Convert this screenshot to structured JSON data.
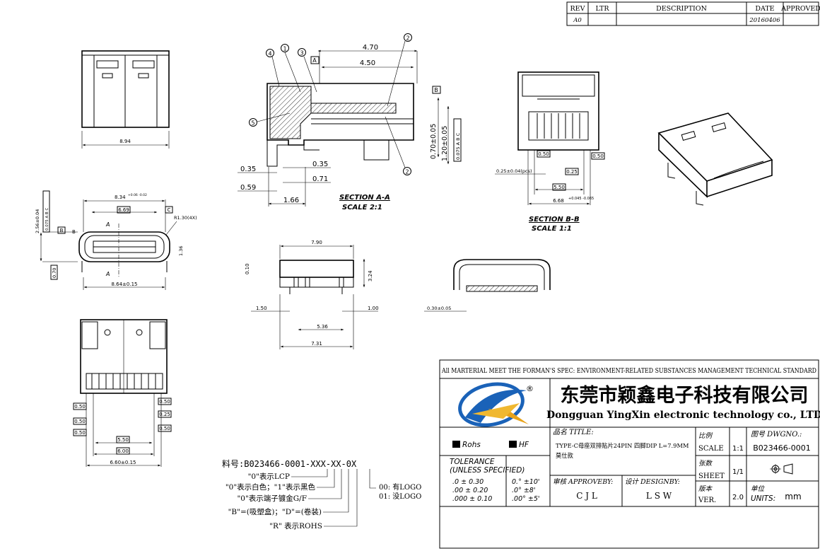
{
  "revision_table": {
    "headers": [
      "REV",
      "LTR",
      "DESCRIPTION",
      "DATE",
      "APPROVED"
    ],
    "rows": [
      [
        "A0",
        "",
        "",
        "20160406",
        ""
      ]
    ]
  },
  "section_a": {
    "title": "SECTION A-A",
    "scale": "SCALE 2:1",
    "dims": [
      "4.70",
      "4.50",
      "0.35",
      "0.35",
      "0.59",
      "0.71",
      "1.66",
      "0.70±0.05",
      "1.20±0.05",
      "0.075 A B C"
    ],
    "balloons": [
      "1",
      "2",
      "3",
      "4",
      "5",
      "2"
    ],
    "datum_a": "A",
    "datum_b": "B"
  },
  "section_b": {
    "title": "SECTION B-B",
    "scale": "SCALE 1:1",
    "dims": [
      "0.50",
      "0.50",
      "0.25±0.04(pcs)",
      "0.25",
      "5.50",
      "6.68"
    ],
    "dim_tol": "+0.045 -0.065"
  },
  "top_view": {
    "dims": [
      "8.94"
    ]
  },
  "front_view": {
    "dims": [
      "8.34",
      "6.69",
      "R1.30(4X)",
      "8.64±0.15",
      "2.56±0.04",
      "0.70",
      "1.36",
      "0.075 A B C"
    ],
    "dim_tol": "+0.06 -0.02",
    "labels": [
      "A",
      "A",
      "B",
      "B",
      "C"
    ]
  },
  "side_view": {
    "dims": [
      "7.90",
      "0.10",
      "3.24",
      "1.50",
      "1.00",
      "5.36",
      "7.31"
    ]
  },
  "end_view": {
    "dims": [
      "0.30±0.05"
    ]
  },
  "pcb_layout": {
    "dims": [
      "0.50",
      "0.50",
      "0.50",
      "0.50",
      "0.25",
      "0.50",
      "5.50",
      "6.00",
      "6.60±0.15"
    ]
  },
  "part_number": {
    "label": "料号:B023466-0001-XXX-XX-0X",
    "lines": [
      "\"0\"表示LCP",
      "\"0\"表示白色；\"1\"表示黑色",
      "\"0\"表示端子镀金G/F",
      "\"B\"=(吸塑盒)；\"D\"=(卷装)",
      "\"R\" 表示ROHS"
    ],
    "logo_note": [
      "00: 有LOGO",
      "01: 没LOGO"
    ]
  },
  "title_block": {
    "standard": "All MARTERIAL MEET THE FORMAN'S SPEC: ENVIRONMENT-RELATED SUBSTANCES MANAGEMENT TECHNICAL STANDARD",
    "company_cn": "东莞市颖鑫电子科技有限公司",
    "company_en": "Dongguan YingXin electronic technology co., LTD",
    "rohs": "Rohs",
    "hf": "HF",
    "tolerance_title": "TOLERANCE",
    "tolerance_sub": "(UNLESS SPECIFIED)",
    "tol_linear": [
      ".0 ± 0.30",
      ".00 ± 0.20",
      ".000 ± 0.10"
    ],
    "tol_angle": [
      "0.° ±10'",
      ".0° ±8'",
      ".00° ±5'"
    ],
    "title_label": "品名 TITLE:",
    "title_value_1": "TYPE-C母座双排贴片24PIN 四脚DIP L=7.9MM",
    "title_value_2": "莫仕款",
    "approve_label": "审核 APPROVEBY:",
    "approve_value": "C J L",
    "design_label": "设计 DESIGNBY:",
    "design_value": "L S W",
    "scale_cn": "比例",
    "scale_label": "SCALE",
    "scale_value": "1:1",
    "sheet_cn": "张数",
    "sheet_label": "SHEET",
    "sheet_value": "1/1",
    "ver_cn": "版本",
    "ver_label": "VER.",
    "ver_value": "2.0",
    "dwg_label": "图号 DWGNO.:",
    "dwg_value": "B023466-0001",
    "units_cn": "单位",
    "units_label": "UNITS:",
    "units_value": "mm",
    "logo_mark": "®"
  }
}
